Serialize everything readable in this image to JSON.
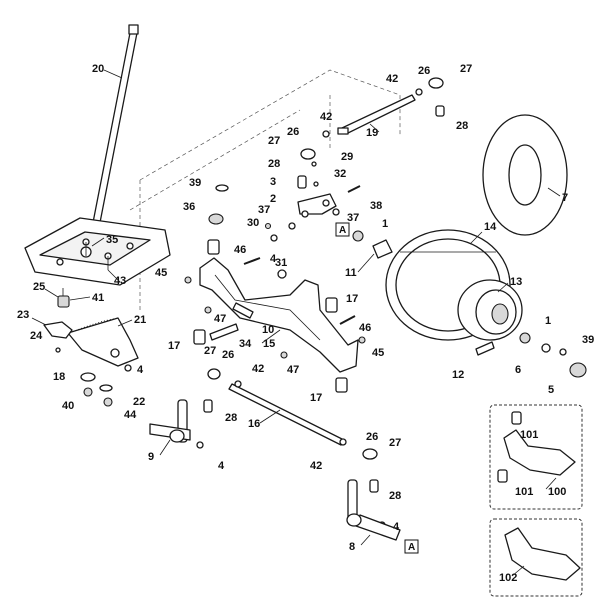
{
  "diagram": {
    "callouts": {
      "c20": "20",
      "c42a": "42",
      "c26a": "26",
      "c27a": "27",
      "c19": "19",
      "c28a": "28",
      "c27b": "27",
      "c26b": "26",
      "c42b": "42",
      "c29": "29",
      "c28b": "28",
      "c32": "32",
      "c39a": "39",
      "c3": "3",
      "c38": "38",
      "c2": "2",
      "c7": "7",
      "c36": "36",
      "c37a": "37",
      "c37b": "37",
      "c30": "30",
      "c1a": "1",
      "c14": "14",
      "c35": "35",
      "c46a": "46",
      "c4a": "4",
      "c31": "31",
      "c11": "11",
      "c43": "43",
      "c45a": "45",
      "c13": "13",
      "c25": "25",
      "c41": "41",
      "c17a": "17",
      "c23": "23",
      "c21": "21",
      "c47a": "47",
      "c10": "10",
      "c46b": "46",
      "c1b": "1",
      "c24": "24",
      "c17b": "17",
      "c34": "34",
      "c15": "15",
      "c45b": "45",
      "c39b": "39",
      "c27c": "27",
      "c26c": "26",
      "c42c": "42",
      "c47b": "47",
      "c6": "6",
      "c12": "12",
      "c18": "18",
      "c4b": "4",
      "c5": "5",
      "c40": "40",
      "c22": "22",
      "c17c": "17",
      "c44": "44",
      "c28c": "28",
      "c16": "16",
      "c101a": "101",
      "c9": "9",
      "c26d": "26",
      "c27d": "27",
      "c42d": "42",
      "c4c": "4",
      "c101b": "101",
      "c100": "100",
      "c28d": "28",
      "c4d": "4",
      "c8": "8",
      "c102": "102"
    },
    "flags": {
      "a1": "A",
      "a2": "A"
    }
  }
}
